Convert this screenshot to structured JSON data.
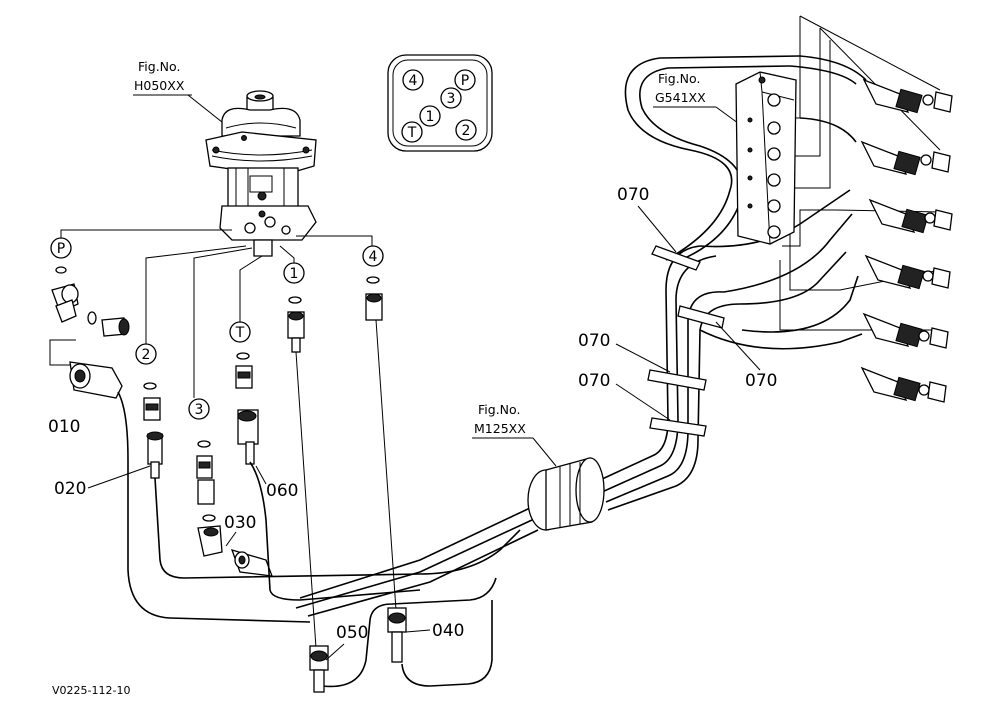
{
  "diagram": {
    "figure_refs": [
      {
        "id": "pilot-valve",
        "prefix": "Fig.No.",
        "code": "H050XX"
      },
      {
        "id": "distributor-block",
        "prefix": "Fig.No.",
        "code": "G541XX"
      },
      {
        "id": "grommet",
        "prefix": "Fig.No.",
        "code": "M125XX"
      }
    ],
    "port_pattern": {
      "ports": [
        "4",
        "P",
        "1",
        "3",
        "T",
        "2"
      ]
    },
    "port_markers": [
      "P",
      "2",
      "T",
      "3",
      "1",
      "4"
    ],
    "part_labels": [
      "010",
      "020",
      "030",
      "040",
      "050",
      "060",
      "070",
      "070",
      "070",
      "070"
    ],
    "drawing_code": "V0225-112-10"
  }
}
